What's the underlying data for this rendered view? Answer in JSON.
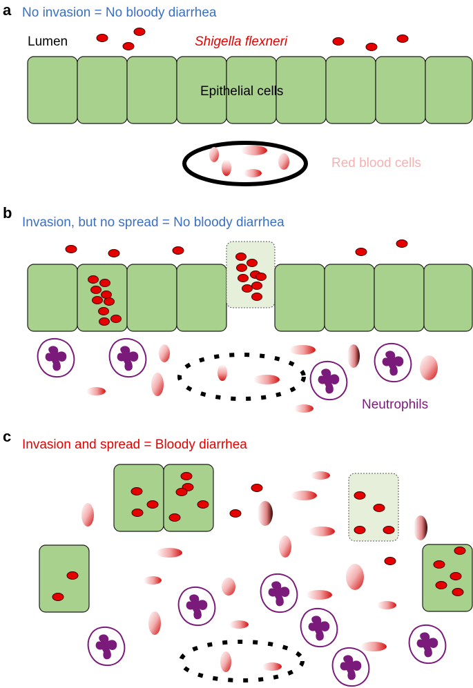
{
  "panels": {
    "a": {
      "letter": "a",
      "heading": "No invasion = No bloody diarrhea",
      "lumen_label": "Lumen",
      "bacteria_label": "Shigella flexneri",
      "epithelium_label": "Epithelial cells",
      "rbc_label": "Red blood cells"
    },
    "b": {
      "letter": "b",
      "heading": "Invasion, but no spread = No bloody diarrhea",
      "neutrophil_label": "Neutrophils"
    },
    "c": {
      "letter": "c",
      "heading": "Invasion and spread = Bloody diarrhea"
    }
  },
  "colors": {
    "heading_blue": "#3a6fc4",
    "heading_red": "#e50000",
    "epithelial_cell": "#a8d18d",
    "infected_pale_cell": "#e5efda",
    "bacterium": "#e50000",
    "red_blood_cell": "#e02020",
    "neutrophil": "#7a1a7a",
    "rbc_label": "#f4b2b2"
  },
  "icons": {
    "bacterium": "red-oval-bacterium",
    "red_blood_cell": "gradient-oval-rbc",
    "neutrophil": "purple-multilobed-neutrophil",
    "blood_vessel": "ellipse-vessel"
  }
}
